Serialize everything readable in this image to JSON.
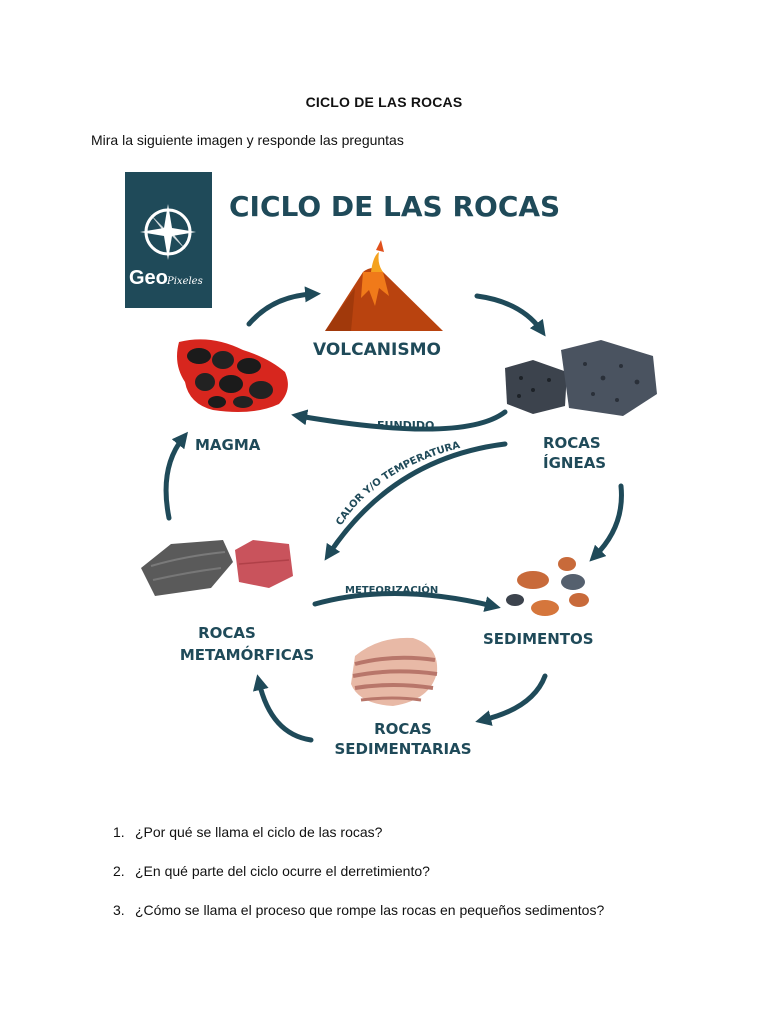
{
  "document": {
    "title": "CICLO DE LAS ROCAS",
    "instruction": "Mira la siguiente imagen y responde las preguntas"
  },
  "figure": {
    "logo": {
      "brand": "Geo",
      "brand_script": "Pixeles",
      "icon": "compass-rose-icon"
    },
    "heading": "CICLO DE LAS ROCAS",
    "stages": {
      "volcanismo": "VOLCANISMO",
      "magma": "MAGMA",
      "rocas_igneas_line1": "ROCAS",
      "rocas_igneas_line2": "ÍGNEAS",
      "sedimentos": "SEDIMENTOS",
      "rocas_metamorficas_line1": "ROCAS",
      "rocas_metamorficas_line2": "METAMÓRFICAS",
      "rocas_sedimentarias_line1": "ROCAS",
      "rocas_sedimentarias_line2": "SEDIMENTARIAS"
    },
    "processes": {
      "fundido": "FUNDIDO",
      "calor_temperatura": "CALOR Y/O TEMPERATURA",
      "meteorizacion": "METEORIZACIÓN"
    },
    "colors": {
      "teal": "#1f4a59",
      "lava": "#e0501c",
      "magma_red": "#d7261e",
      "igneous_gray": "#4a5360"
    }
  },
  "questions": [
    {
      "number": "1.",
      "text": "¿Por qué se llama el ciclo de las rocas?"
    },
    {
      "number": "2.",
      "text": "¿En qué parte del ciclo ocurre el derretimiento?"
    },
    {
      "number": "3.",
      "text": "¿Cómo se llama el proceso que rompe las rocas en pequeños sedimentos?"
    }
  ]
}
